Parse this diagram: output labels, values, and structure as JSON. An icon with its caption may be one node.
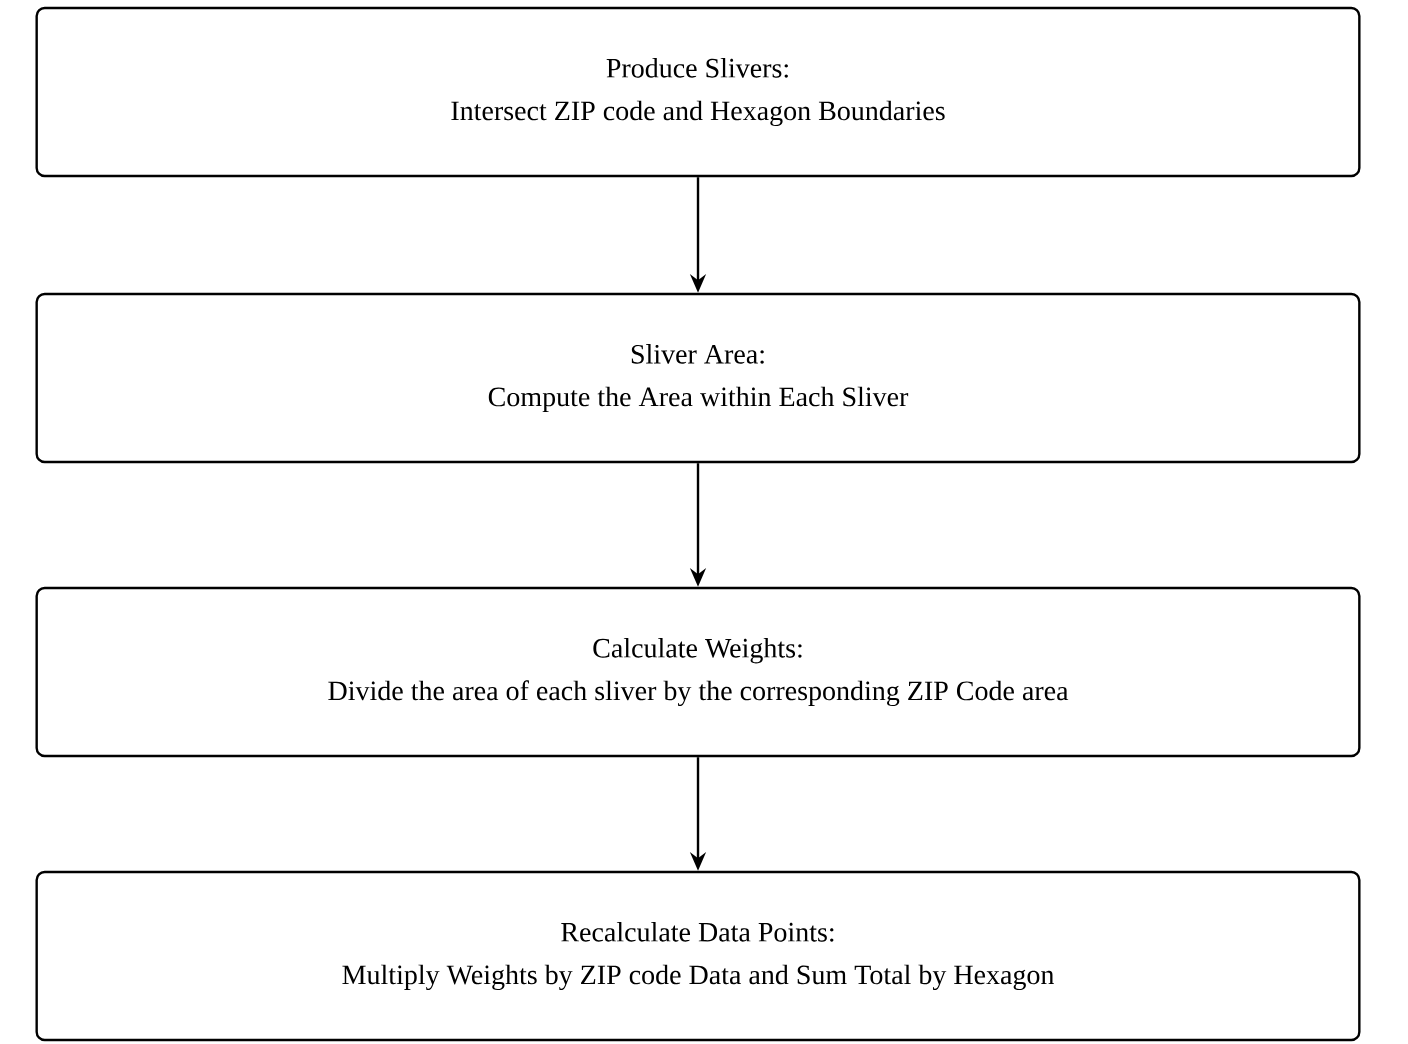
{
  "diagram": {
    "nodes": [
      {
        "text": [
          "Produce Slivers:",
          "Intersect ZIP code and Hexagon Boundaries"
        ]
      },
      {
        "text": [
          "Sliver Area:",
          "Compute the Area within Each Sliver"
        ]
      },
      {
        "text": [
          "Calculate Weights:",
          "Divide the area of each sliver by the corresponding ZIP Code area"
        ]
      },
      {
        "text": [
          "Recalculate Data Points:",
          "Multiply Weights by ZIP code Data and Sum Total by Hexagon"
        ]
      }
    ],
    "edges": [
      {
        "from": 0,
        "to": 1,
        "arrow": "to"
      },
      {
        "from": 1,
        "to": 2,
        "arrow": "to"
      },
      {
        "from": 2,
        "to": 3,
        "arrow": "to"
      }
    ]
  }
}
